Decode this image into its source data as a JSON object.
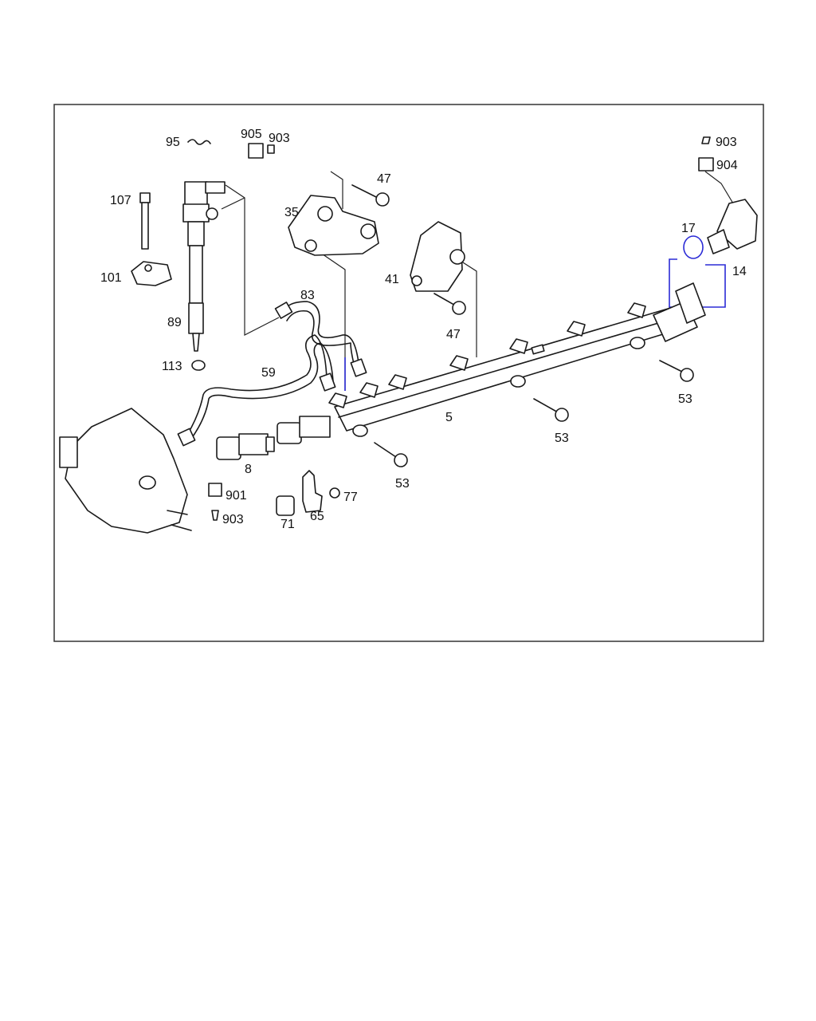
{
  "diagram": {
    "labels": [
      "95",
      "905",
      "903",
      "107",
      "101",
      "89",
      "113",
      "35",
      "47",
      "83",
      "41",
      "47",
      "59",
      "5",
      "8",
      "901",
      "903",
      "71",
      "65",
      "77",
      "53",
      "53",
      "53",
      "17",
      "14",
      "903",
      "904"
    ],
    "colors": {
      "line": "#1a1a1a",
      "highlight": "#2b2bd6",
      "frame": "#333333"
    }
  }
}
